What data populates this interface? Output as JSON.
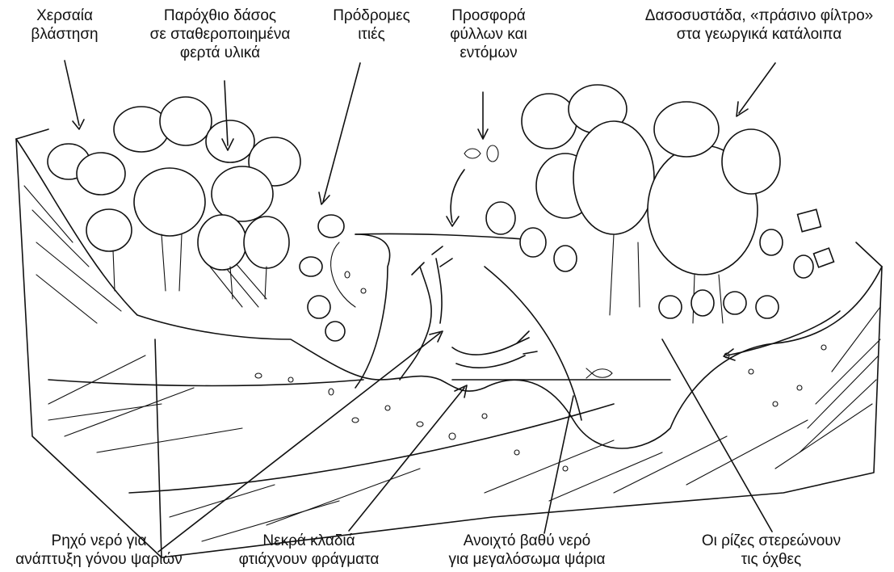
{
  "labels": {
    "top": [
      {
        "id": "terrestrial",
        "lines": [
          "Χερσαία",
          "βλάστηση"
        ]
      },
      {
        "id": "riparian",
        "lines": [
          "Παρόχθιο δάσος",
          "σε σταθεροποιημένα",
          "φερτά υλικά"
        ]
      },
      {
        "id": "willows",
        "lines": [
          "Πρόδρομες",
          "ιτιές"
        ]
      },
      {
        "id": "leaves",
        "lines": [
          "Προσφορά",
          "φύλλων και",
          "εντόμων"
        ]
      },
      {
        "id": "filter",
        "lines": [
          "Δασοσυστάδα, «πράσινο φίλτρο»",
          "στα γεωργικά κατάλοιπα"
        ]
      }
    ],
    "bottom": [
      {
        "id": "shallow",
        "lines": [
          "Ρηχό νερό για",
          "ανάπτυξη γόνου ψαριών"
        ]
      },
      {
        "id": "deadwood",
        "lines": [
          "Νεκρά κλαδιά",
          "φτιάχνουν φράγματα"
        ]
      },
      {
        "id": "deep",
        "lines": [
          "Ανοιχτό βαθύ νερό",
          "για μεγαλόσωμα ψάρια"
        ]
      },
      {
        "id": "roots",
        "lines": [
          "Οι ρίζες στερεώνουν",
          "τις όχθες"
        ]
      }
    ]
  },
  "colors": {
    "ink": "#111111",
    "paper": "#ffffff"
  }
}
